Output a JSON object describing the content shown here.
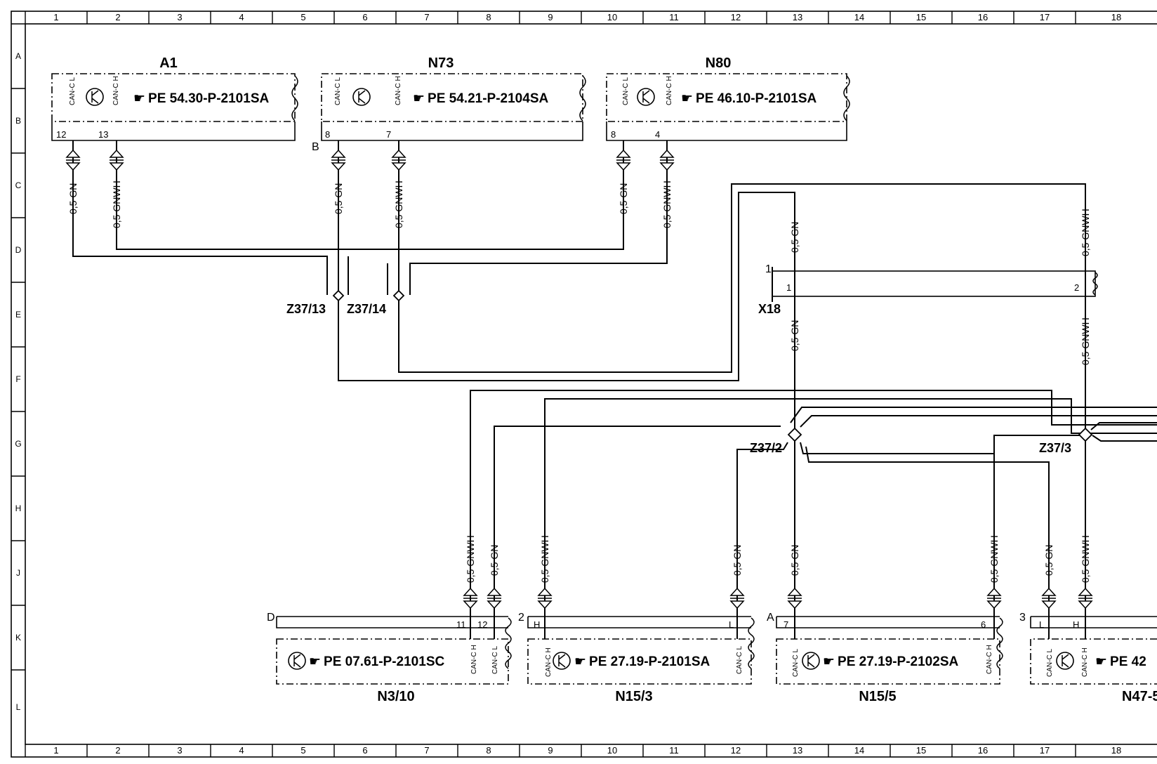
{
  "grid": {
    "columns": [
      "1",
      "2",
      "3",
      "4",
      "5",
      "6",
      "7",
      "8",
      "9",
      "10",
      "11",
      "12",
      "13",
      "14",
      "15",
      "16",
      "17",
      "18"
    ],
    "rows": [
      "A",
      "B",
      "C",
      "D",
      "E",
      "F",
      "G",
      "H",
      "J",
      "K",
      "L"
    ]
  },
  "components": {
    "a1": {
      "title": "A1",
      "ref": "PE 54.30-P-2101SA",
      "pin_l": "12",
      "pin_h": "13",
      "can_l": "CAN-C L",
      "can_h": "CAN-C H"
    },
    "n73": {
      "title": "N73",
      "ref": "PE 54.21-P-2104SA",
      "pin_l": "8",
      "pin_h": "7",
      "can_l": "CAN-C L",
      "can_h": "CAN-C H",
      "conn": "B"
    },
    "n80": {
      "title": "N80",
      "ref": "PE 46.10-P-2101SA",
      "pin_l": "8",
      "pin_h": "4",
      "can_l": "CAN-C L",
      "can_h": "CAN-C H"
    },
    "n3_10": {
      "title": "N3/10",
      "ref": "PE 07.61-P-2101SC",
      "pin_h": "11",
      "pin_l": "12",
      "can_h": "CAN-C H",
      "can_l": "CAN-C L",
      "conn": "D"
    },
    "n15_3": {
      "title": "N15/3",
      "ref": "PE 27.19-P-2101SA",
      "pin_h": "H",
      "pin_l": "L",
      "can_h": "CAN-C H",
      "can_l": "CAN-C L",
      "conn": "2"
    },
    "n15_5": {
      "title": "N15/5",
      "ref": "PE 27.19-P-2102SA",
      "pin_l": "7",
      "pin_h": "6",
      "can_l": "CAN-C L",
      "can_h": "CAN-C H",
      "conn": "A"
    },
    "n47": {
      "title": "N47-5",
      "ref": "PE 42",
      "pin_l": "L",
      "pin_h": "H",
      "can_l": "CAN-C L",
      "can_h": "CAN-C H",
      "conn": "3"
    }
  },
  "connectors": {
    "z37_13": "Z37/13",
    "z37_14": "Z37/14",
    "z37_2": "Z37/2",
    "z37_3": "Z37/3",
    "x18": "X18",
    "x18_num": "1",
    "x18_pin1": "1",
    "x18_pin2": "2"
  },
  "wires": {
    "gn": "0,5  GN",
    "gnwh": "0,5  GNWH"
  }
}
